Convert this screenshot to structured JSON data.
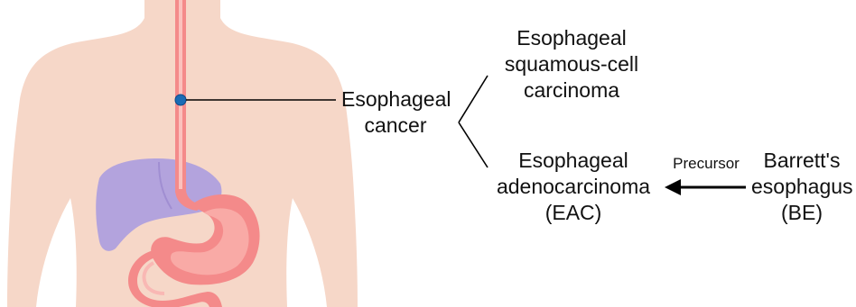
{
  "diagram": {
    "central_label": [
      "Esophageal",
      "cancer"
    ],
    "branch_top": [
      "Esophageal",
      "squamous-cell",
      "carcinoma"
    ],
    "branch_bottom": [
      "Esophageal",
      "adenocarcinoma",
      "(EAC)"
    ],
    "precursor_arrow_label": "Precursor",
    "precursor_source": [
      "Barrett's",
      "esophagus",
      "(BE)"
    ],
    "colors": {
      "body_skin": "#f6d7c8",
      "esophagus": "#f48a8a",
      "esophagus_inner": "#f9b0ad",
      "stomach": "#f48a8a",
      "stomach_inner": "#f9aaa6",
      "liver": "#b3a3dd",
      "tumor_marker": "#1a6bb5",
      "line": "#000000"
    },
    "icons": [
      "human-torso-illustration",
      "tumor-marker-icon",
      "arrow-left-icon"
    ]
  }
}
